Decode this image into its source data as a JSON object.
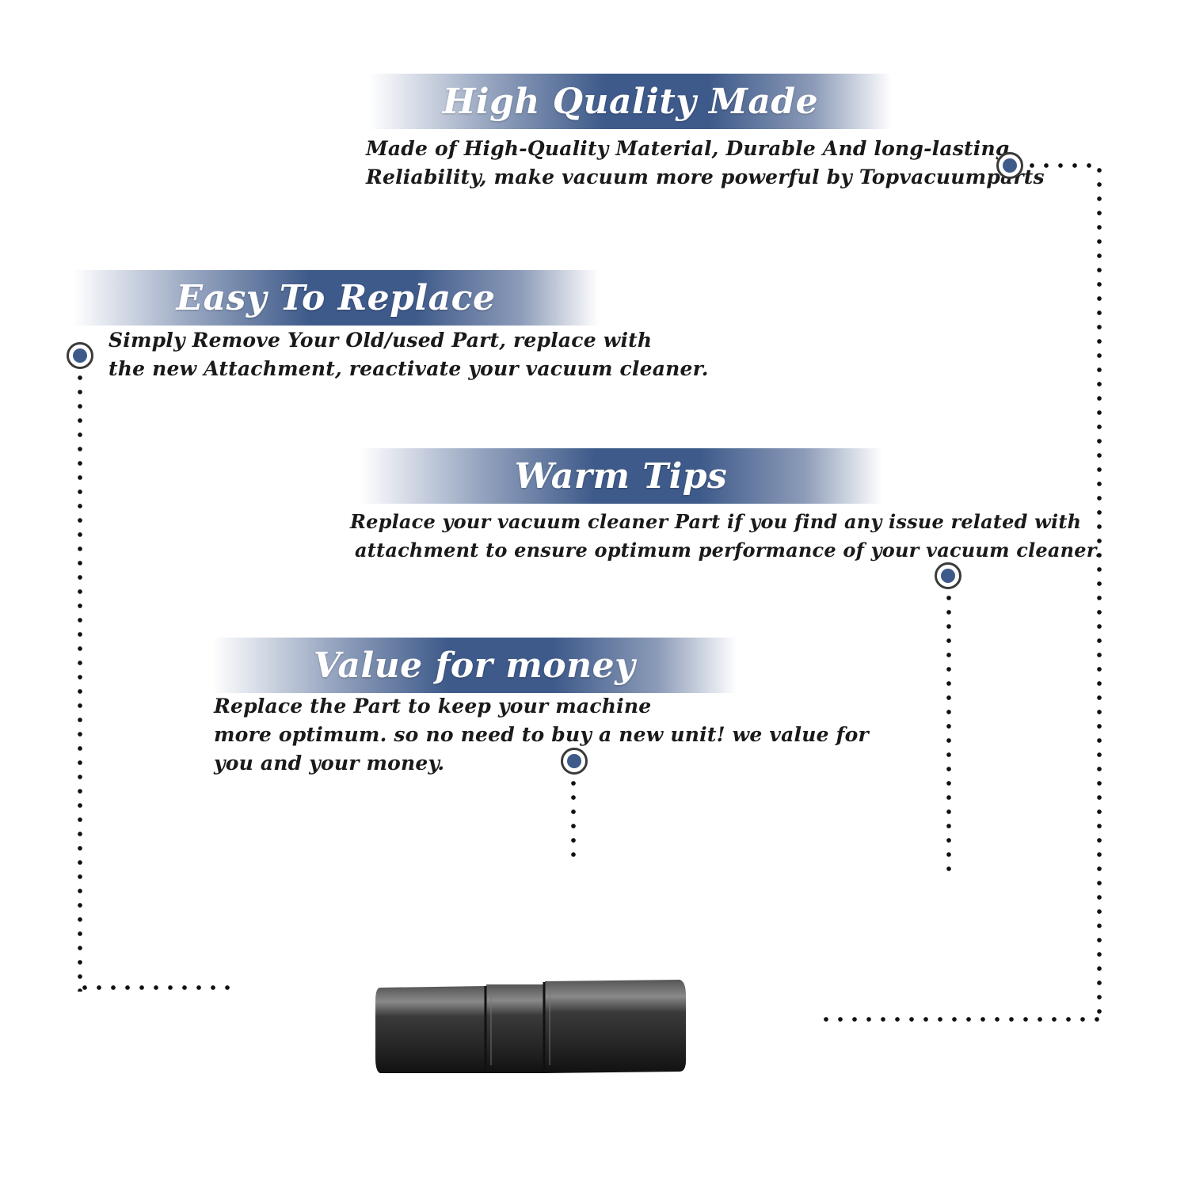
{
  "sections": {
    "high_quality": {
      "title": "High Quality Made",
      "lines": [
        "Made of  High-Quality Material, Durable And long-lasting",
        "Reliability, make vacuum more powerful by Topvacuumparts"
      ]
    },
    "easy_replace": {
      "title": "Easy To Replace",
      "lines": [
        "Simply Remove Your Old/used Part, replace with",
        "the new Attachment, reactivate your vacuum cleaner."
      ]
    },
    "warm_tips": {
      "title": "Warm Tips",
      "lines": [
        "Replace your vacuum cleaner Part if you find any issue related with",
        "attachment to ensure optimum performance of your vacuum cleaner."
      ]
    },
    "value_money": {
      "title": "Value for money",
      "lines": [
        "Replace the Part to keep your machine",
        "more optimum. so no need to buy a new unit! we value for",
        "you and your money."
      ]
    }
  },
  "colors": {
    "accent": "#3e5a8a",
    "text": "#1a1a1a",
    "product": "#2b2b2b"
  },
  "icons": [
    "marker-dot-icon",
    "vacuum-adapter-tube-icon"
  ]
}
